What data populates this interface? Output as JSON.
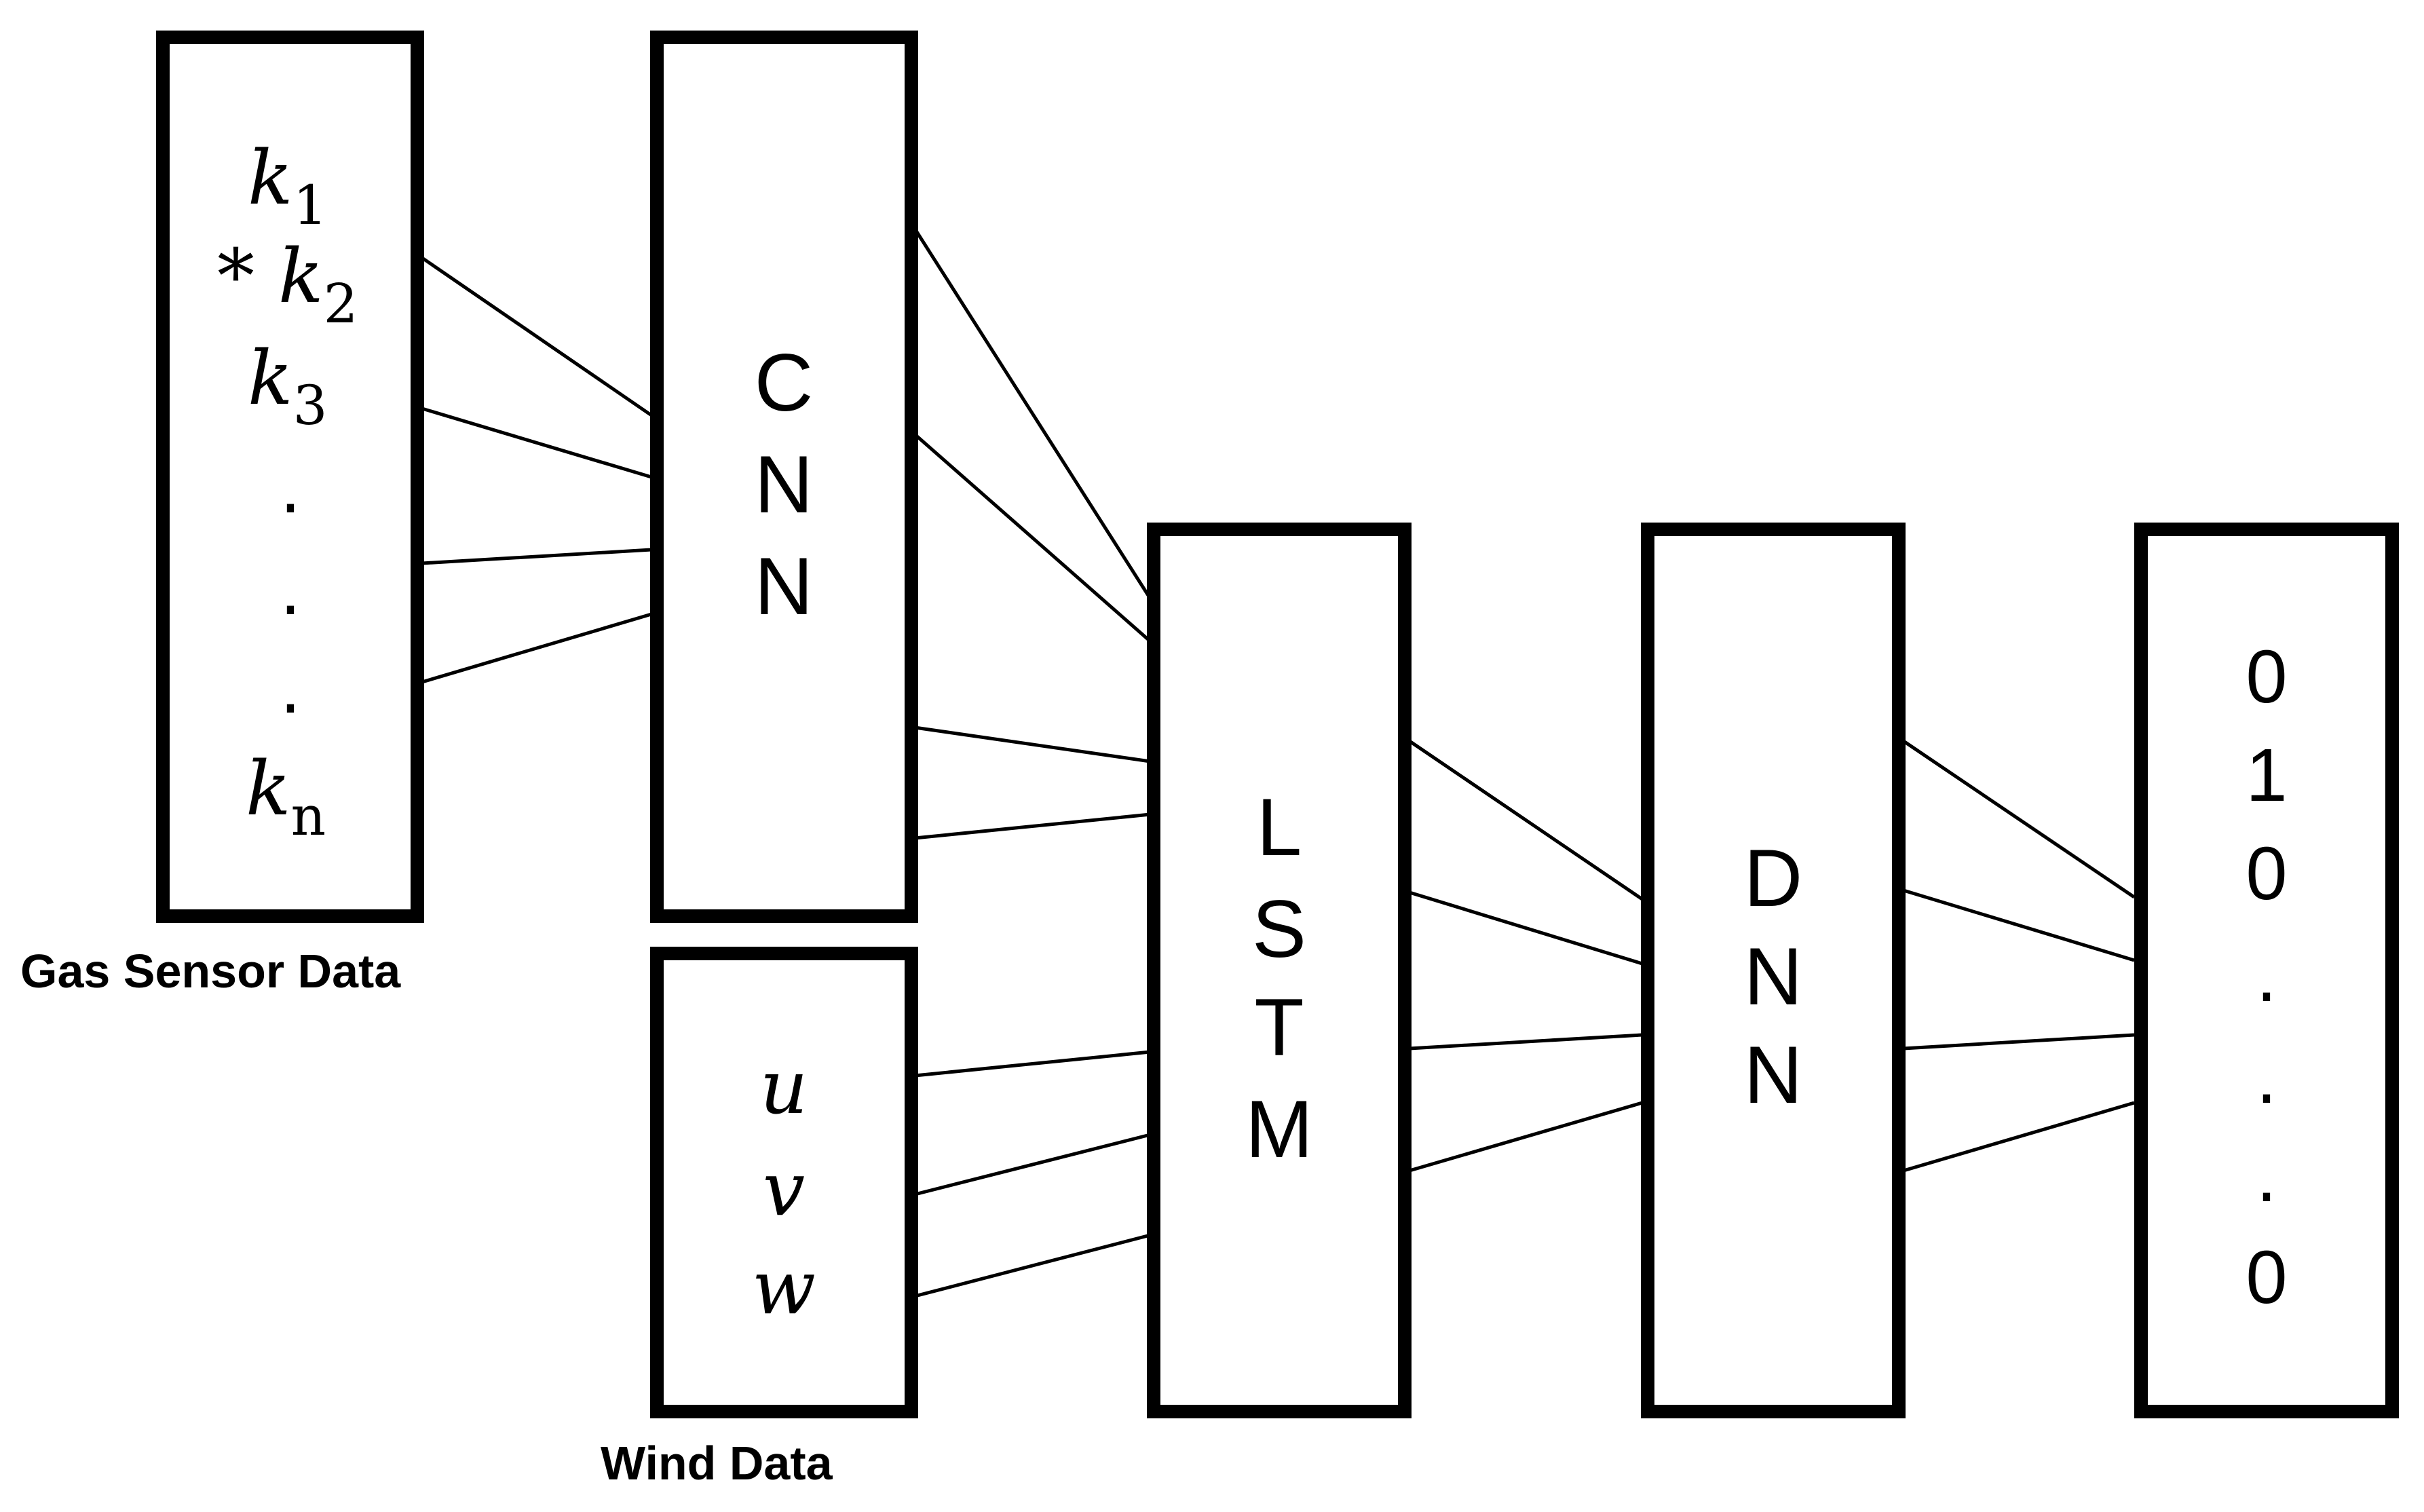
{
  "blocks": {
    "gas_sensor": {
      "lines": [
        "k",
        "* k",
        "k",
        ".",
        ".",
        ".",
        "k"
      ],
      "subscripts": [
        "1",
        "2",
        "3",
        "n"
      ],
      "caption": "Gas Sensor Data"
    },
    "cnn": {
      "letters": [
        "C",
        "N",
        "N"
      ]
    },
    "wind": {
      "lines": [
        "u",
        "v",
        "w"
      ],
      "caption": "Wind Data"
    },
    "lstm": {
      "letters": [
        "L",
        "S",
        "T",
        "M"
      ]
    },
    "dnn": {
      "letters": [
        "D",
        "N",
        "N"
      ]
    },
    "output": {
      "lines": [
        "0",
        "1",
        "0",
        ".",
        ".",
        ".",
        "0"
      ]
    }
  }
}
